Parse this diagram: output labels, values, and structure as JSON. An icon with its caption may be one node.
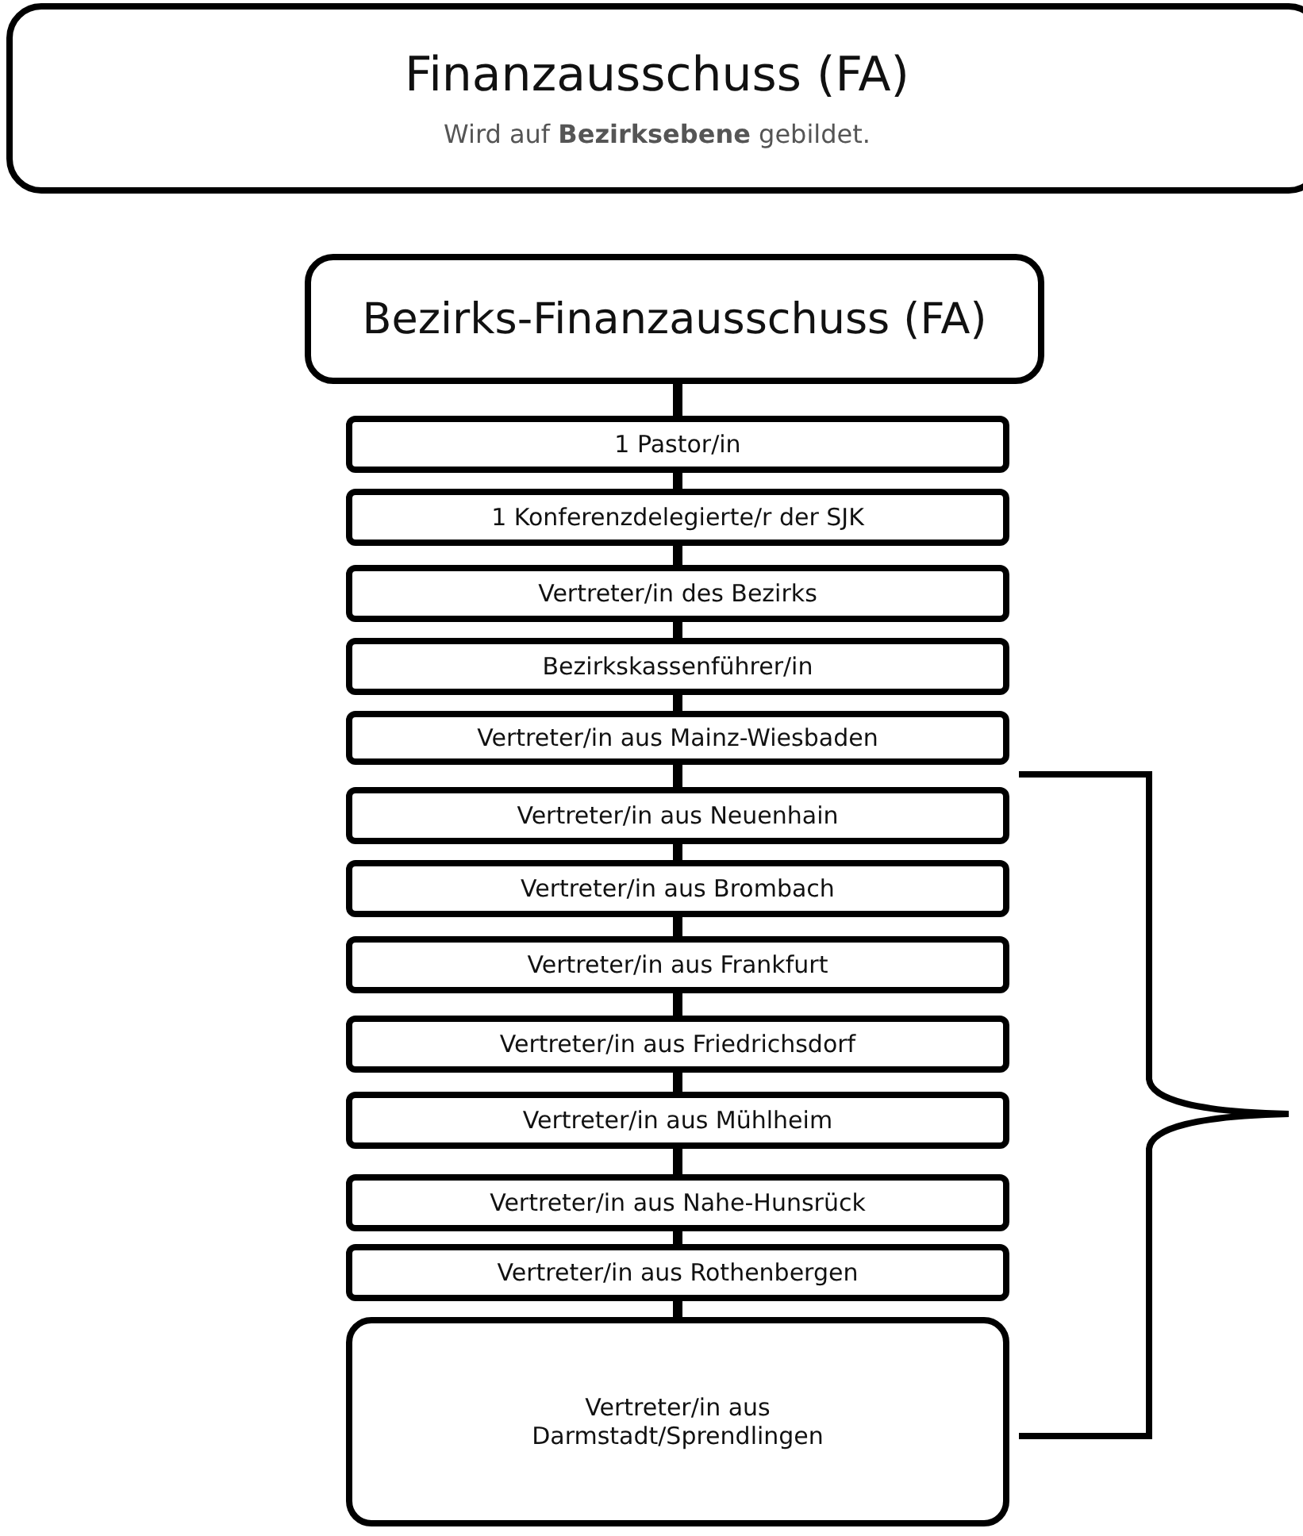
{
  "diagram": {
    "nodes": [
      {
        "text": [
          "Finanzausschuss (FA)",
          "Wird auf **Bezirksebene** gebildet."
        ]
      },
      {
        "text": [
          "Bezirks-Finanzausschuss (FA)"
        ]
      },
      {
        "text": [
          "1 Pastor/in"
        ]
      },
      {
        "text": [
          "1 Konferenzdelegierte/r der SJK"
        ]
      },
      {
        "text": [
          "Vertreter/in des Bezirks"
        ]
      },
      {
        "text": [
          "Bezirkskassenführer/in"
        ]
      },
      {
        "text": [
          "Vertreter/in aus Mainz-Wiesbaden"
        ]
      },
      {
        "text": [
          "Vertreter/in aus Neuenhain"
        ]
      },
      {
        "text": [
          "Vertreter/in aus Brombach"
        ]
      },
      {
        "text": [
          "Vertreter/in aus Frankfurt"
        ]
      },
      {
        "text": [
          "Vertreter/in aus Friedrichsdorf"
        ]
      },
      {
        "text": [
          "Vertreter/in aus Mühlheim"
        ]
      },
      {
        "text": [
          "Vertreter/in aus Nahe-Hunsrück"
        ]
      },
      {
        "text": [
          "Vertreter/in aus Rothenbergen"
        ]
      },
      {
        "text": [
          "Vertreter/in aus Darmstadt/Sprendlingen"
        ]
      }
    ],
    "edges": [
      {
        "from": 1,
        "to": 2,
        "arrow": "none"
      },
      {
        "from": 2,
        "to": 3,
        "arrow": "none"
      },
      {
        "from": 3,
        "to": 4,
        "arrow": "none"
      },
      {
        "from": 4,
        "to": 5,
        "arrow": "none"
      },
      {
        "from": 5,
        "to": 6,
        "arrow": "none"
      },
      {
        "from": 6,
        "to": 7,
        "arrow": "none"
      },
      {
        "from": 7,
        "to": 8,
        "arrow": "none"
      },
      {
        "from": 8,
        "to": 9,
        "arrow": "none"
      },
      {
        "from": 9,
        "to": 10,
        "arrow": "none"
      },
      {
        "from": 10,
        "to": 11,
        "arrow": "none"
      },
      {
        "from": 11,
        "to": 12,
        "arrow": "none"
      },
      {
        "from": 12,
        "to": 13,
        "arrow": "none"
      },
      {
        "from": 13,
        "to": 14,
        "arrow": "none"
      }
    ]
  }
}
